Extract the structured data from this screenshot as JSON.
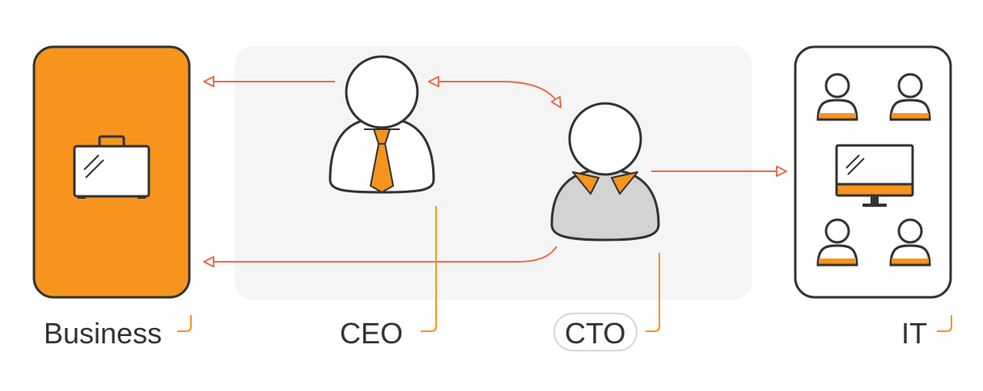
{
  "labels": {
    "business": "Business",
    "ceo": "CEO",
    "cto": "CTO",
    "it": "IT"
  },
  "colors": {
    "accent": "#f7941d",
    "arrow": "#f06a4a",
    "stroke": "#333333",
    "panel": "#f5f5f5",
    "cto_body": "#d3d3d3"
  },
  "icons": {
    "business": "briefcase-icon",
    "ceo": "person-with-tie-icon",
    "cto": "person-with-collar-icon",
    "it_people": "user-icon",
    "it_device": "monitor-icon"
  }
}
